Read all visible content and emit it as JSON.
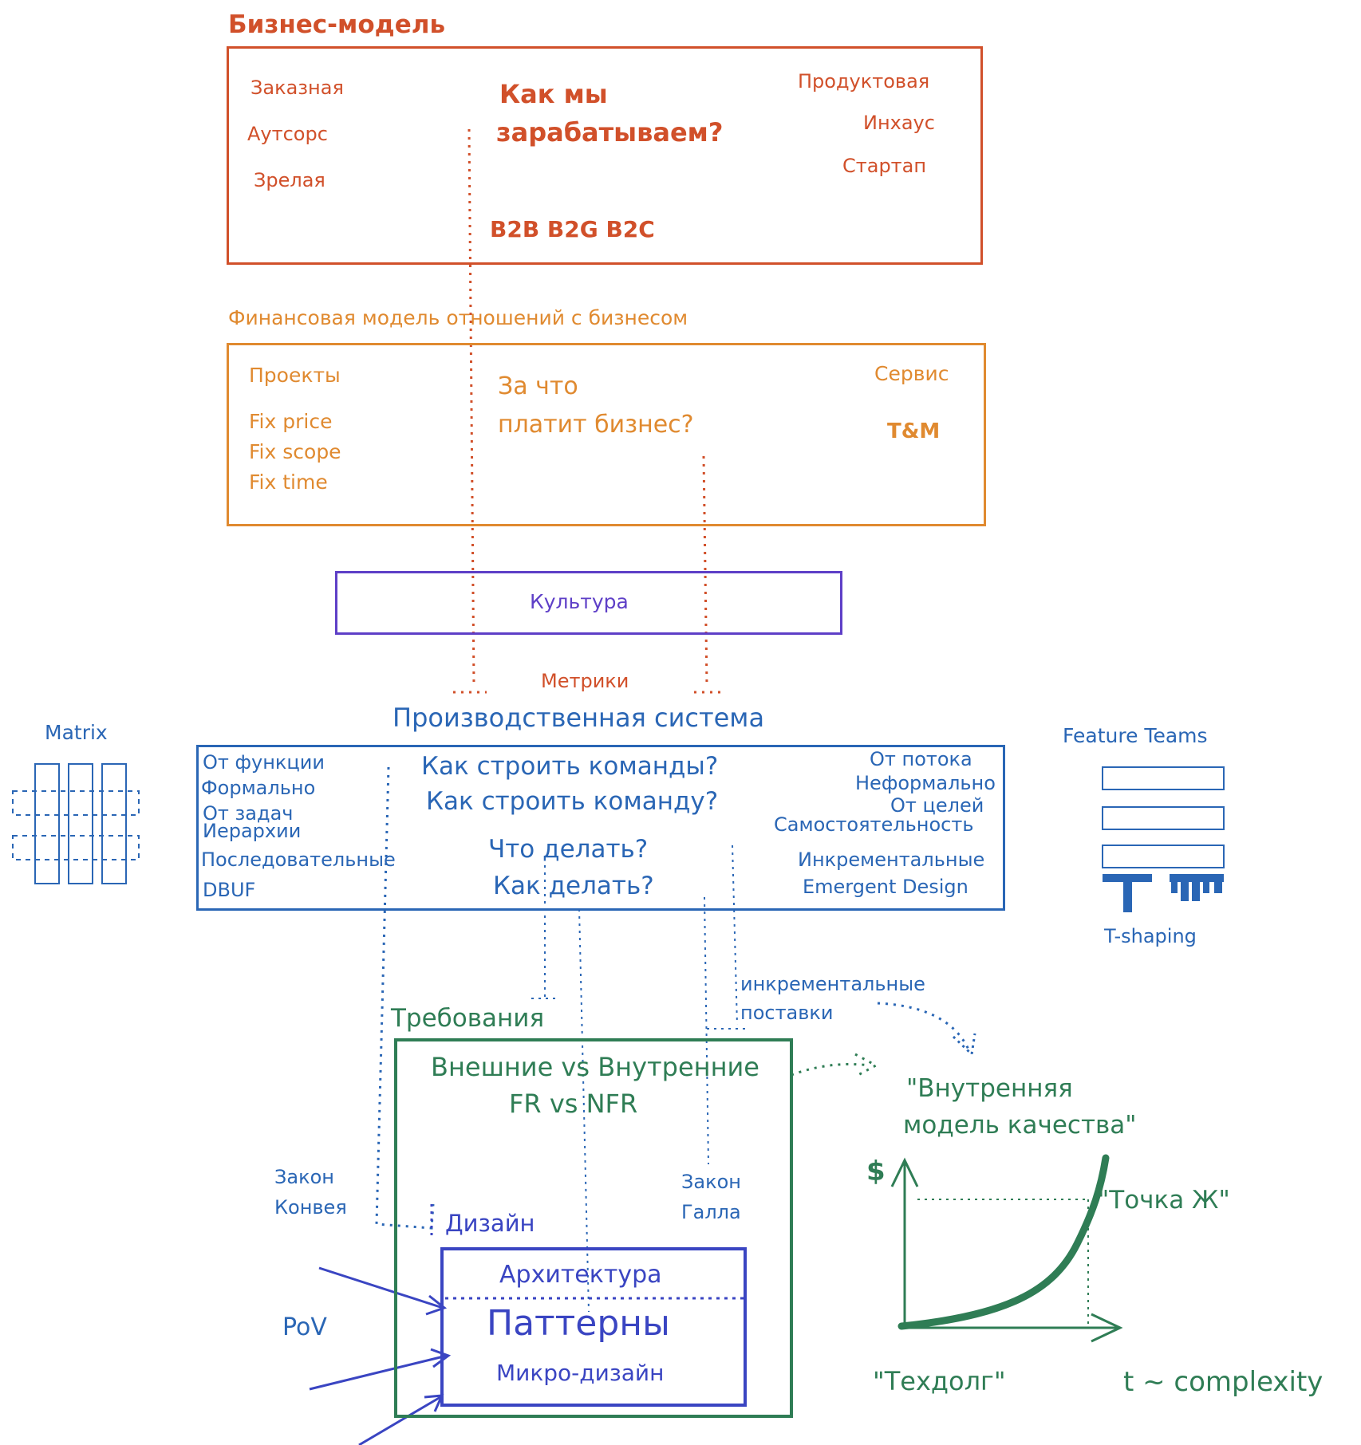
{
  "colors": {
    "red": "#d1502a",
    "orange": "#e08a30",
    "purple": "#5e3fc7",
    "blue": "#2a66b5",
    "green": "#2f7d55",
    "navy": "#3a45c2"
  },
  "business_model": {
    "title": "Бизнес-модель",
    "left": [
      "Заказная",
      "Аутсорс",
      "Зрелая"
    ],
    "question_line1": "Как мы",
    "question_line2": "зарабатываем?",
    "right": [
      "Продуктовая",
      "Инхаус",
      "Стартап"
    ],
    "segments": "B2B B2G B2C"
  },
  "finance_model": {
    "title": "Финансовая модель отношений с бизнесом",
    "left": [
      "Проекты",
      "Fix price",
      "Fix scope",
      "Fix time"
    ],
    "question_line1": "За что",
    "question_line2": "платит бизнес?",
    "right": [
      "Сервис",
      "T&M"
    ]
  },
  "culture": {
    "label": "Культура"
  },
  "metrics": {
    "label": "Метрики"
  },
  "production_system": {
    "title": "Производственная система",
    "left": [
      "От функции",
      "Формально",
      "От задач",
      "Иерархии",
      "Последовательные",
      "DBUF"
    ],
    "center": [
      "Как строить команды?",
      "Как строить команду?",
      "Что делать?",
      "Как делать?"
    ],
    "right": [
      "От потока",
      "Неформально",
      "От целей",
      "Самостоятельность",
      "Инкрементальные",
      "Emergent Design"
    ]
  },
  "matrix": {
    "label": "Matrix"
  },
  "feature_teams": {
    "label": "Feature Teams",
    "t_shaping": "T-shaping"
  },
  "requirements": {
    "title": "Требования",
    "line1": "Внешние vs Внутренние",
    "line2": "FR vs NFR"
  },
  "incremental": {
    "line1": "инкрементальные",
    "line2": "поставки"
  },
  "quality_model": {
    "line1": "\"Внутренняя",
    "line2": "модель качества\""
  },
  "laws": {
    "conway_line1": "Закон",
    "conway_line2": "Конвея",
    "gall_line1": "Закон",
    "gall_line2": "Галла"
  },
  "design": {
    "title": "Дизайн",
    "architecture": "Архитектура",
    "patterns": "Паттерны",
    "micro": "Микро-дизайн"
  },
  "pov": {
    "label": "PoV"
  },
  "chart": {
    "y_label": "$",
    "point_label": "\"Точка Ж\"",
    "debt_label": "\"Техдолг\"",
    "x_label": "t ~ complexity"
  }
}
